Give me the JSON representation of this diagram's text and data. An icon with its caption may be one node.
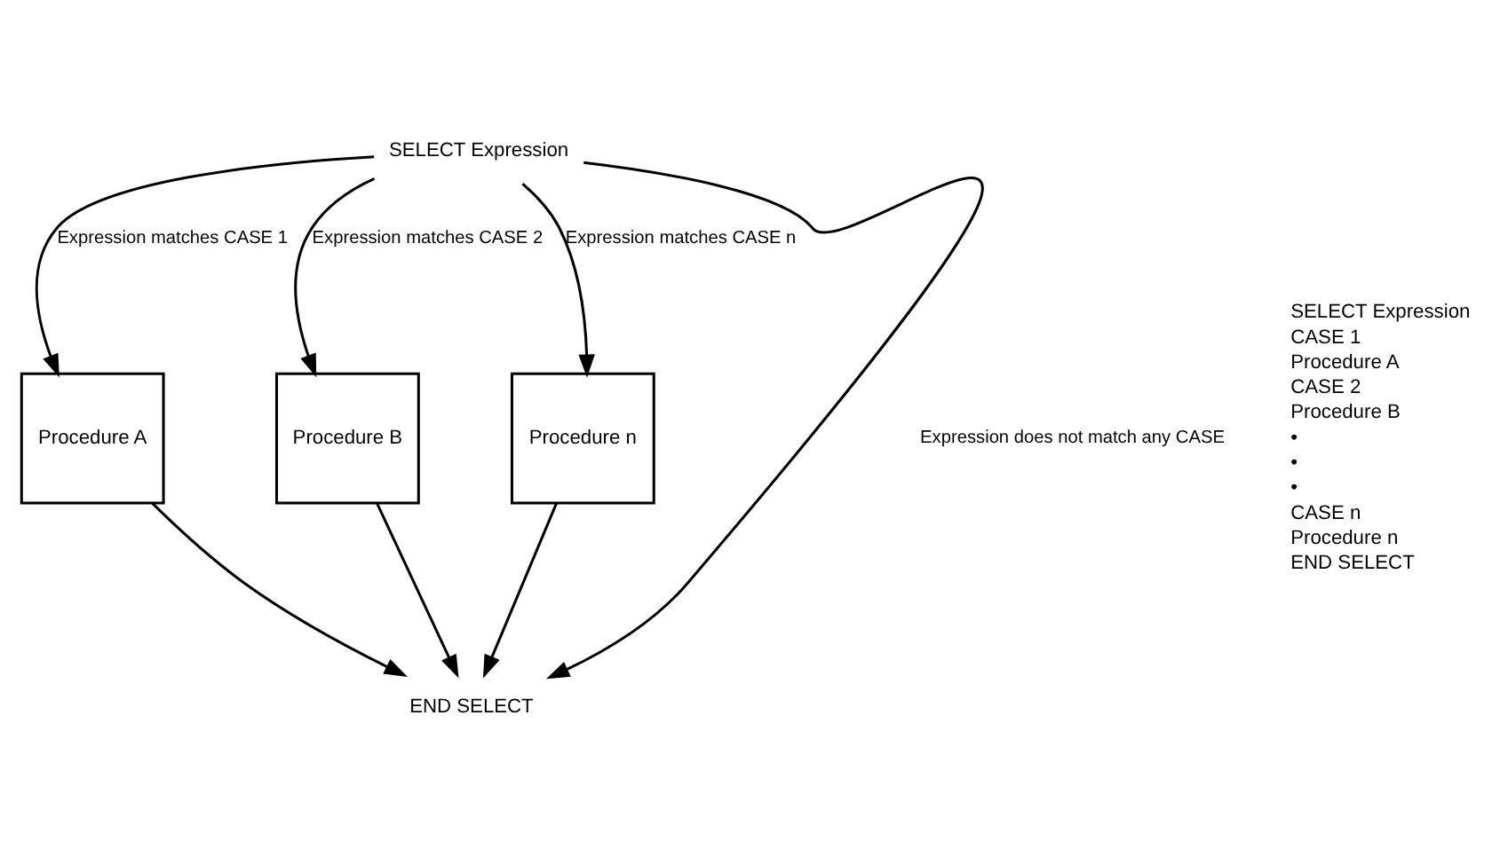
{
  "diagram": {
    "nodes": [
      {
        "text": [
          "SELECT Expression"
        ]
      },
      {
        "text": [
          "Procedure A"
        ]
      },
      {
        "text": [
          "Procedure B"
        ]
      },
      {
        "text": [
          "Procedure n"
        ]
      },
      {
        "text": [
          "END SELECT"
        ]
      }
    ],
    "edges": [
      {
        "from": 0,
        "to": 1,
        "arrow": "to",
        "label": "Expression matches CASE 1"
      },
      {
        "from": 0,
        "to": 2,
        "arrow": "to",
        "label": "Expression matches CASE 2"
      },
      {
        "from": 0,
        "to": 3,
        "arrow": "to",
        "label": "Expression matches CASE n"
      },
      {
        "from": 0,
        "to": 4,
        "arrow": "to",
        "label": "Expression does not match any CASE"
      },
      {
        "from": 1,
        "to": 4,
        "arrow": "to"
      },
      {
        "from": 2,
        "to": 4,
        "arrow": "to"
      },
      {
        "from": 3,
        "to": 4,
        "arrow": "to"
      }
    ],
    "labels": [
      "SELECT Expression",
      "CASE 1",
      "Procedure A",
      "CASE 2",
      "Procedure B",
      "•",
      "•",
      "•",
      "CASE n",
      "Procedure n",
      "END SELECT"
    ]
  }
}
